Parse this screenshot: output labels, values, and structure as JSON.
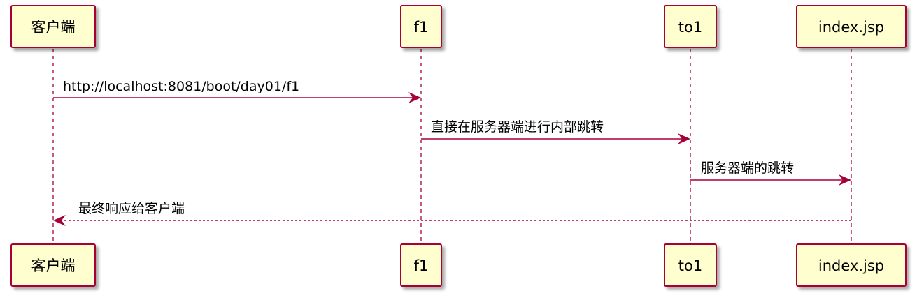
{
  "colors": {
    "box_fill": "#fefece",
    "box_stroke": "#a80036",
    "arrow": "#a80036",
    "text": "#000000"
  },
  "participants": [
    {
      "id": "client",
      "label": "客户端"
    },
    {
      "id": "f1",
      "label": "f1"
    },
    {
      "id": "to1",
      "label": "to1"
    },
    {
      "id": "index",
      "label": "index.jsp"
    }
  ],
  "messages": [
    {
      "from": "client",
      "to": "f1",
      "label": "http://localhost:8081/boot/day01/f1",
      "style": "solid"
    },
    {
      "from": "f1",
      "to": "to1",
      "label": "直接在服务器端进行内部跳转",
      "style": "solid"
    },
    {
      "from": "to1",
      "to": "index",
      "label": "服务器端的跳转",
      "style": "solid"
    },
    {
      "from": "index",
      "to": "client",
      "label": "最终响应给客户端",
      "style": "dashed"
    }
  ]
}
